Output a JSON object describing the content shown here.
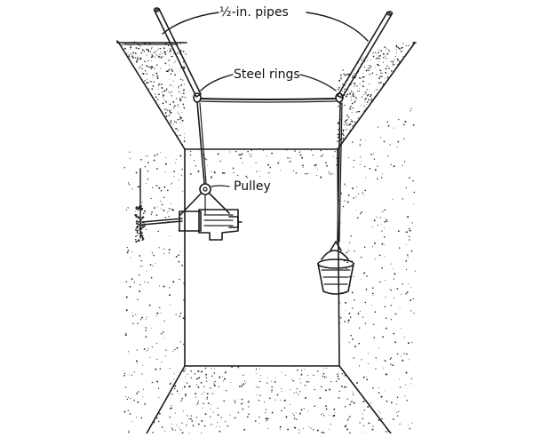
{
  "labels": {
    "pipes": "½-in. pipes",
    "rings": "Steel rings",
    "pulley": "Pulley"
  },
  "colors": {
    "ink": "#1a1a1a",
    "background": "#ffffff"
  }
}
